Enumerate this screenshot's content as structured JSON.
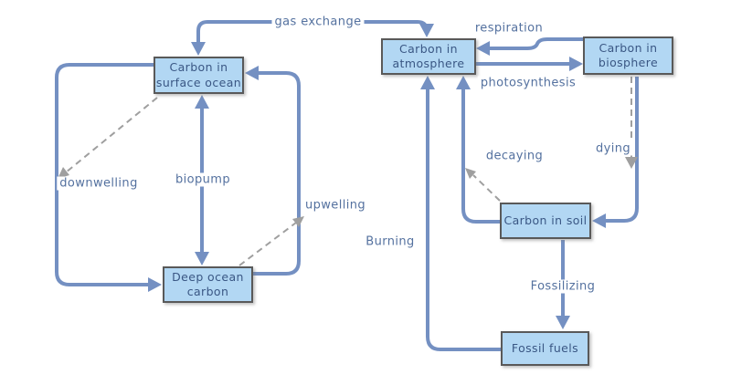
{
  "diagram": {
    "type": "flow-diagram",
    "subject": "carbon cycle",
    "colors": {
      "background": "#ffffff",
      "node_fill": "#b2d7f3",
      "node_border": "#595959",
      "node_text": "#3a5784",
      "arrow_solid": "#7490c2",
      "arrow_dashed": "#9f9f9f",
      "label_text": "#54719f"
    },
    "nodes": [
      {
        "id": "surface-ocean",
        "label": "Carbon in\nsurface ocean"
      },
      {
        "id": "atmosphere",
        "label": "Carbon in\natmosphere"
      },
      {
        "id": "biosphere",
        "label": "Carbon in\nbiosphere"
      },
      {
        "id": "soil",
        "label": "Carbon in soil"
      },
      {
        "id": "fossil-fuels",
        "label": "Fossil fuels"
      },
      {
        "id": "deep-ocean",
        "label": "Deep ocean\ncarbon"
      }
    ],
    "edges": [
      {
        "label": "gas exchange",
        "from": "surface-ocean",
        "to": "atmosphere",
        "style": "solid",
        "bidirectional": true
      },
      {
        "label": "respiration",
        "from": "biosphere",
        "to": "atmosphere",
        "style": "solid",
        "bidirectional": false
      },
      {
        "label": "photosynthesis",
        "from": "atmosphere",
        "to": "biosphere",
        "style": "solid",
        "bidirectional": false
      },
      {
        "label": "downwelling",
        "from": "surface-ocean",
        "to": "deep-ocean",
        "style": "solid-with-dashed-pointer",
        "bidirectional": false
      },
      {
        "label": "biopump",
        "from": "surface-ocean",
        "to": "deep-ocean",
        "style": "solid",
        "bidirectional": true
      },
      {
        "label": "upwelling",
        "from": "deep-ocean",
        "to": "surface-ocean",
        "style": "solid-with-dashed-pointer",
        "bidirectional": false
      },
      {
        "label": "decaying",
        "from": "soil",
        "to": "atmosphere",
        "style": "solid-with-dashed-pointer",
        "bidirectional": false
      },
      {
        "label": "dying",
        "from": "biosphere",
        "to": "soil",
        "style": "solid-with-dashed-pointer",
        "bidirectional": false
      },
      {
        "label": "Burning",
        "from": "fossil-fuels",
        "to": "atmosphere",
        "style": "solid",
        "bidirectional": false
      },
      {
        "label": "Fossilizing",
        "from": "soil",
        "to": "fossil-fuels",
        "style": "solid",
        "bidirectional": false
      }
    ]
  }
}
